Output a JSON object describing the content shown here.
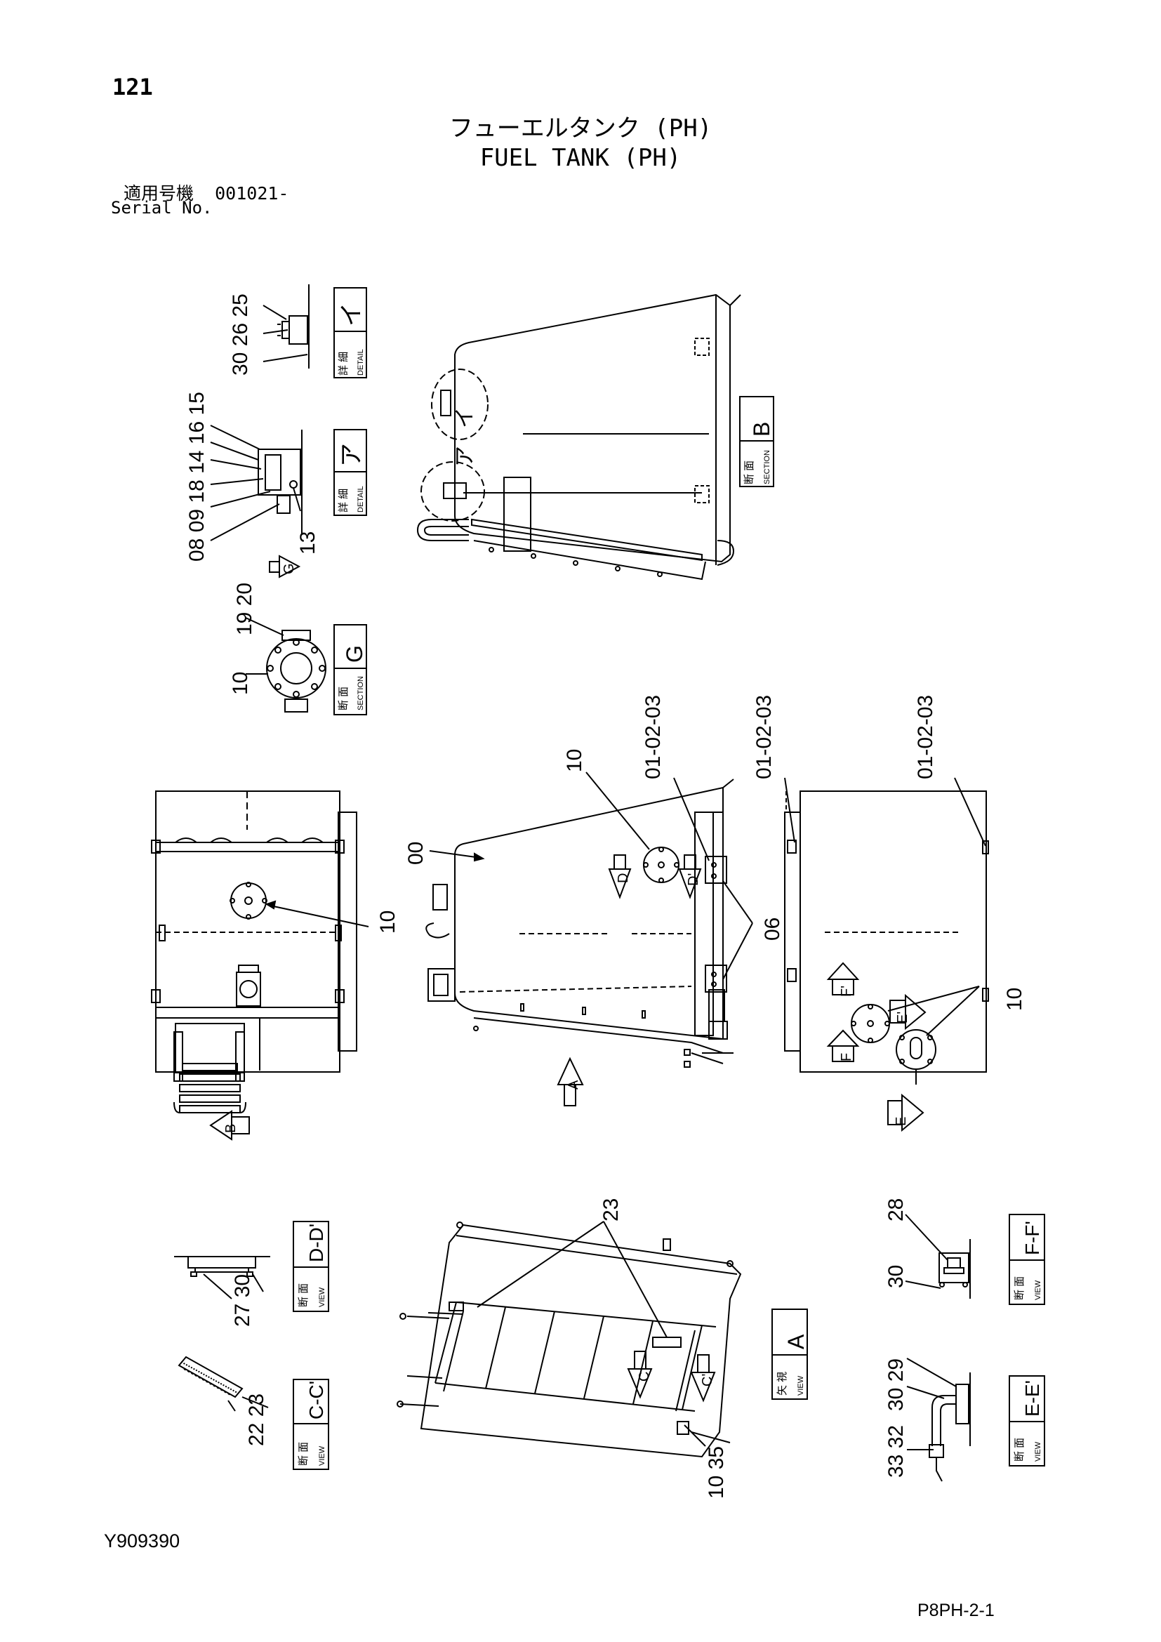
{
  "header": {
    "page_number": "121",
    "title_jp": "フューエルタンク (PH)",
    "title_en": "FUEL TANK (PH)",
    "serial_label_jp": "適用号機",
    "serial_value": "001021-",
    "serial_label_en": "Serial No."
  },
  "footer": {
    "drawing_number": "Y909390",
    "sheet_number": "P8PH-2-1"
  },
  "labels": {
    "detail_i": {
      "jp": "詳 細",
      "en": "DETAIL",
      "mark": "イ"
    },
    "detail_a": {
      "jp": "詳 細",
      "en": "DETAIL",
      "mark": "ア"
    },
    "section_g": {
      "jp": "断 面",
      "en": "SECTION",
      "mark": "G"
    },
    "section_b": {
      "jp": "断 面",
      "en": "SECTION",
      "mark": "B"
    },
    "view_a": {
      "jp": "矢 視",
      "en": "VIEW",
      "mark": "A"
    },
    "view_dd": {
      "jp": "断 面",
      "en": "VIEW",
      "mark": "D-D'"
    },
    "view_cc": {
      "jp": "断 面",
      "en": "VIEW",
      "mark": "C-C'"
    },
    "view_ff": {
      "jp": "断 面",
      "en": "VIEW",
      "mark": "F-F'"
    },
    "view_ee": {
      "jp": "断 面",
      "en": "VIEW",
      "mark": "E-E'"
    }
  },
  "callouts": {
    "c30_26_25": "30 26 25",
    "c_detail_a": "08 09 18 14 16 15",
    "c13": "13",
    "c19_20": "19 20",
    "c10_g": "10",
    "c00": "00",
    "c10_main": "10",
    "c010203_main": "01-02-03",
    "c010203_mid": "01-02-03",
    "c010203_right": "01-02-03",
    "c06": "06",
    "c10_left": "10",
    "c10_right": "10",
    "c23_top": "23",
    "c27_30": "27 30",
    "c22_23": "22 23",
    "c10_35": "10 35",
    "c28": "28",
    "c30_ff": "30",
    "c30_29": "30 29",
    "c33_32": "33 32"
  },
  "arrows": {
    "g": "G",
    "b": "B",
    "a": "A",
    "d": "D",
    "d2": "D'",
    "c": "C",
    "c2": "C'",
    "e": "E",
    "e2": "E'",
    "f": "F",
    "f2": "F'"
  }
}
